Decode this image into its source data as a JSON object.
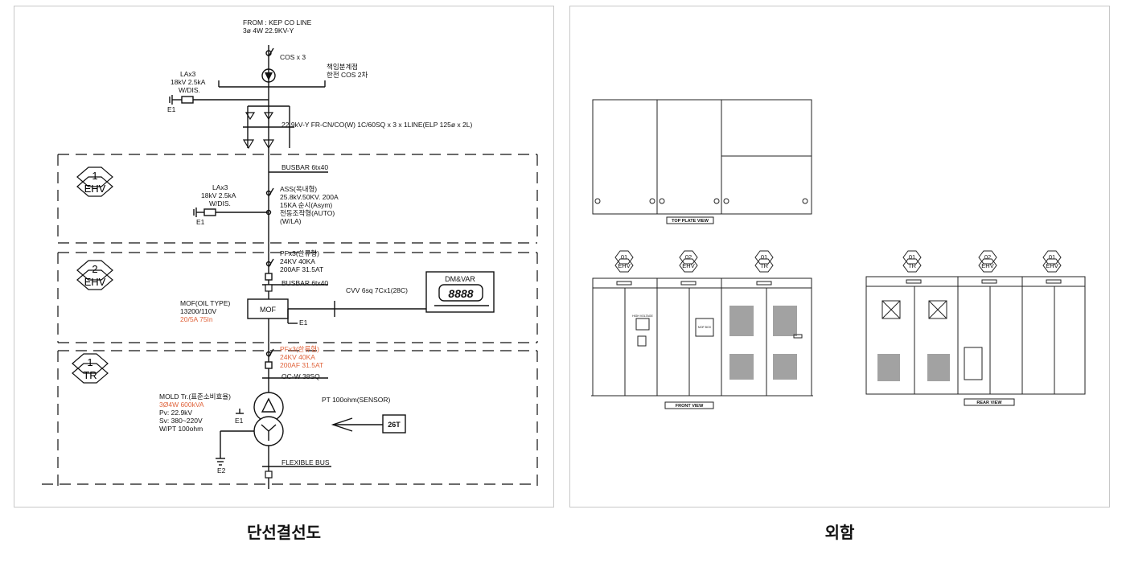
{
  "colors": {
    "line": "#111111",
    "note": "#e0643c",
    "border": "#c8c8c8"
  },
  "sld": {
    "source": [
      "FROM : KEP CO LINE",
      "3ø 4W 22.9KV-Y"
    ],
    "cos": "COS x 3",
    "kepco": [
      "책임분계점",
      "한전 COS 2차"
    ],
    "la_top": [
      "LAx3",
      "18kV 2.5kA",
      "W/DIS."
    ],
    "e1": "E1",
    "cable": "22.9kV-Y FR-CN/CO(W) 1C/60SQ x 3 x 1LINE(ELP 125ø x 2L)",
    "busbar1": "BUSBAR 6tx40",
    "la_mid": [
      "LAx3",
      "18kV 2.5kA",
      "W/DIS."
    ],
    "ass": [
      "ASS(옥내형)",
      "25.8kV.50KV. 200A",
      "15KA 순시(Asym)",
      "전동조작형(AUTO)",
      "(W/LA)"
    ],
    "pf1": [
      "PFx3(한류형)",
      "24KV 40KA",
      "200AF 31.5AT"
    ],
    "busbar2": "BUSBAR 6tx40",
    "mof_label": [
      "MOF(OIL TYPE)",
      "13200/110V"
    ],
    "mof_note": "20/5A 75In",
    "mof_box": "MOF",
    "cvv": "CVV 6sq 7Cx1(28C)",
    "dm": "DM&VAR",
    "dm_digits": "8888",
    "pf2": [
      "PFx3(한류형)",
      "24KV 40KA",
      "200AF 31.5AT"
    ],
    "ocw": "OC-W 38SQ",
    "tr_label": [
      "MOLD Tr.(표준소비효율)",
      "3Ø4W 600kVA",
      "Pv: 22.9kV",
      "Sv: 380~220V",
      "W/PT 100ohm"
    ],
    "pt": "PT 100ohm(SENSOR)",
    "relay": "26T",
    "e2": "E2",
    "flex": "FLEXIBLE BUS",
    "section_tags": [
      {
        "num": "1",
        "name": "EHV"
      },
      {
        "num": "2",
        "name": "EHV"
      },
      {
        "num": "1",
        "name": "TR"
      }
    ]
  },
  "enclosure": {
    "top_view": "TOP PLATE VIEW",
    "front_view": "FRONT VIEW",
    "rear_view": "REAR VIEW",
    "front_tags": [
      {
        "num": "01",
        "name": "EHV"
      },
      {
        "num": "02",
        "name": "EHV"
      },
      {
        "num": "01",
        "name": "TR"
      }
    ],
    "rear_tags": [
      {
        "num": "01",
        "name": "TR"
      },
      {
        "num": "02",
        "name": "EHV"
      },
      {
        "num": "01",
        "name": "EHV"
      }
    ],
    "front_labels": [
      "HIGH VOLTAGE",
      "MOF BOX"
    ]
  },
  "captions": {
    "left": "단선결선도",
    "right": "외함"
  }
}
